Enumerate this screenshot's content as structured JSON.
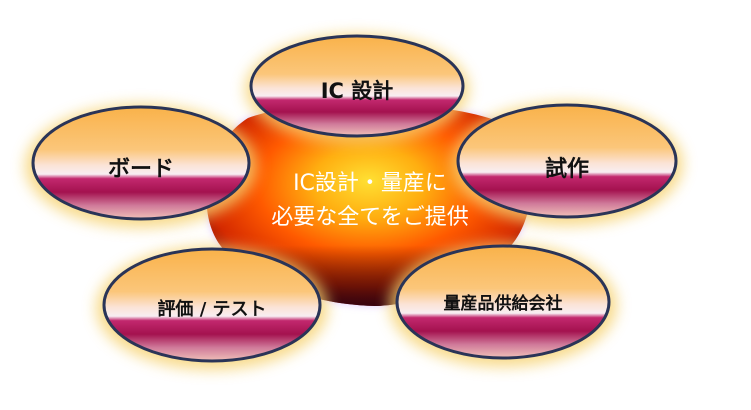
{
  "center": {
    "line1": "IC設計・量産に",
    "line2": "必要な全てをご提供"
  },
  "nodes": {
    "top": "IC 設計",
    "right": "試作",
    "bottom_right": "量産品供給会社",
    "bottom_left": "評価 / テスト",
    "left": "ボード"
  },
  "colors": {
    "center_core": "#ffe033",
    "center_mid": "#ff5a00",
    "center_edge": "#c81800",
    "center_base": "#4a0a1a",
    "ellipse_top": "#f9b24a",
    "ellipse_band_light": "#f5f0f4",
    "ellipse_band_magenta": "#b81860",
    "ellipse_outline": "#2a3457",
    "glow": "#f6d270",
    "center_text": "#ffffff",
    "node_text": "#111111"
  }
}
